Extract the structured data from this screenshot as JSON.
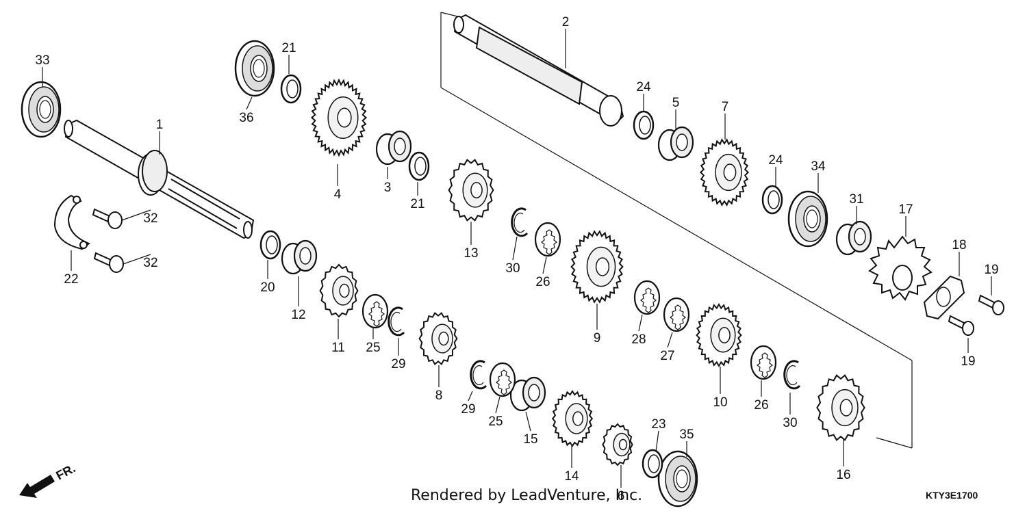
{
  "footer": {
    "credit": "Rendered by LeadVenture, Inc.",
    "diagram_code": "KTY3E1700"
  },
  "front_indicator": {
    "label": "FR.",
    "icon": "arrow-down-left-icon"
  },
  "parts": {
    "p1": "1",
    "p2": "2",
    "p3": "3",
    "p4": "4",
    "p5": "5",
    "p6": "6",
    "p7": "7",
    "p8": "8",
    "p9": "9",
    "p10": "10",
    "p11": "11",
    "p12": "12",
    "p13": "13",
    "p14": "14",
    "p15": "15",
    "p16": "16",
    "p17": "17",
    "p18": "18",
    "p19a": "19",
    "p19b": "19",
    "p20": "20",
    "p21a": "21",
    "p21b": "21",
    "p22": "22",
    "p23": "23",
    "p24a": "24",
    "p24b": "24",
    "p25a": "25",
    "p25b": "25",
    "p26a": "26",
    "p26b": "26",
    "p27": "27",
    "p28": "28",
    "p29a": "29",
    "p29b": "29",
    "p30a": "30",
    "p30b": "30",
    "p31": "31",
    "p32a": "32",
    "p32b": "32",
    "p33": "33",
    "p34": "34",
    "p35": "35",
    "p36": "36"
  }
}
